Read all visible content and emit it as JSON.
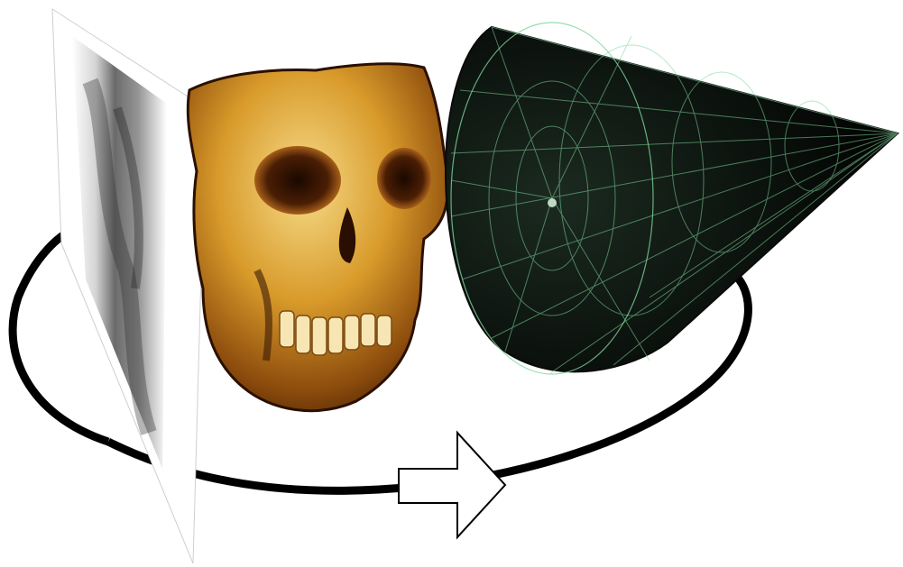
{
  "figure": {
    "elements": [
      {
        "name": "rotation-orbit",
        "kind": "ellipse-path"
      },
      {
        "name": "detector-panel",
        "kind": "projection-radiograph"
      },
      {
        "name": "skull-volume",
        "kind": "rendered-volume"
      },
      {
        "name": "xray-cone-beam",
        "kind": "wireframe-cone"
      },
      {
        "name": "rotation-arrow",
        "kind": "outline-arrow"
      }
    ],
    "colors": {
      "orbit": "#000000",
      "panel_bg": "#ffffff",
      "panel_dark": "#3a3a3a",
      "skull_light": "#f3d27a",
      "skull_mid": "#c4841c",
      "skull_dark": "#3a1a05",
      "cone_fill": "#000000",
      "cone_wire": "#7fd49a",
      "arrow_fill": "#ffffff",
      "arrow_stroke": "#000000"
    }
  }
}
